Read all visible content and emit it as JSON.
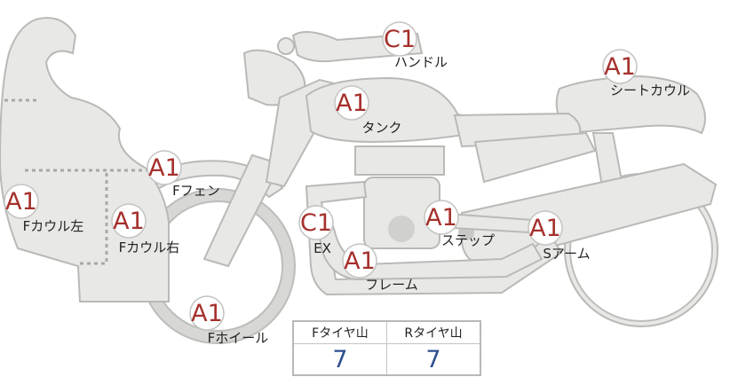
{
  "parts": [
    {
      "id": "handle",
      "grade": "C1",
      "label": "ハンドル"
    },
    {
      "id": "seat-cowl",
      "grade": "A1",
      "label": "シートカウル"
    },
    {
      "id": "tank",
      "grade": "A1",
      "label": "タンク"
    },
    {
      "id": "f-fender",
      "grade": "A1",
      "label": "Fフェン"
    },
    {
      "id": "f-cowl-left",
      "grade": "A1",
      "label": "Fカウル左"
    },
    {
      "id": "f-cowl-right",
      "grade": "A1",
      "label": "Fカウル右"
    },
    {
      "id": "ex",
      "grade": "C1",
      "label": "EX"
    },
    {
      "id": "step",
      "grade": "A1",
      "label": "ステップ"
    },
    {
      "id": "s-arm",
      "grade": "A1",
      "label": "Sアーム"
    },
    {
      "id": "frame",
      "grade": "A1",
      "label": "フレーム"
    },
    {
      "id": "f-wheel",
      "grade": "A1",
      "label": "Fホイール"
    }
  ],
  "tires": {
    "headers": [
      "Fタイヤ山",
      "Rタイヤ山"
    ],
    "values": [
      "7",
      "7"
    ]
  },
  "colors": {
    "grade": "#a5302c",
    "tread_value": "#2d4e8e",
    "part_fill": "#e8e8e6"
  }
}
